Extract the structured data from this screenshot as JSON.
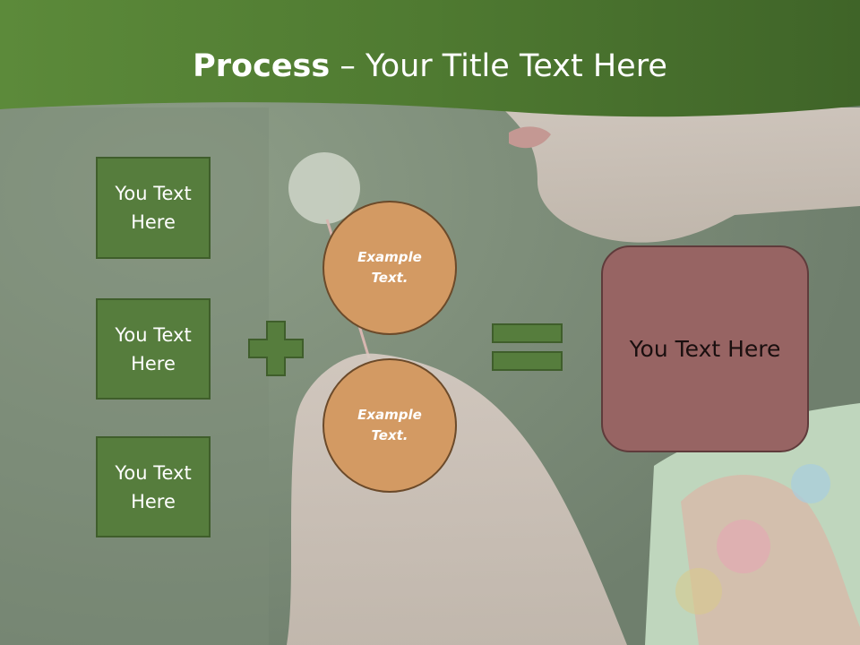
{
  "title": {
    "bold": "Process",
    "rest": " – Your Title Text Here"
  },
  "boxes": [
    {
      "label": "You Text Here"
    },
    {
      "label": "You Text Here"
    },
    {
      "label": "You Text Here"
    }
  ],
  "circles": [
    {
      "label": "Example Text."
    },
    {
      "label": "Example Text."
    }
  ],
  "result": {
    "label": "You Text Here"
  },
  "colors": {
    "banner": "#4f7a31",
    "box": "#567d3d",
    "circle": "#d39a63",
    "result": "#976463"
  }
}
